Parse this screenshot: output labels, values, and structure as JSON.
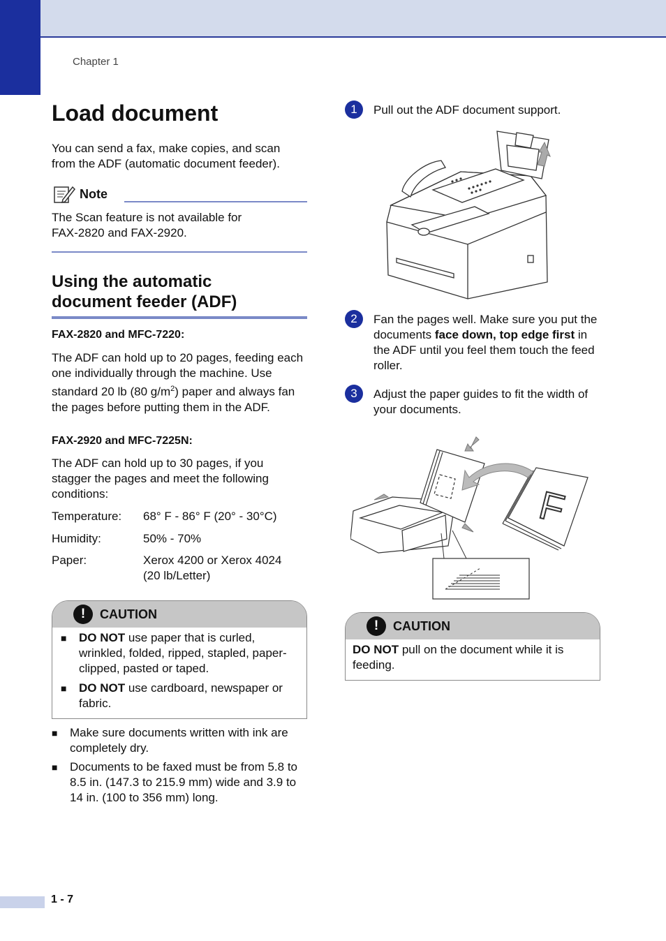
{
  "header": {
    "chapter": "Chapter 1"
  },
  "left": {
    "title": "Load document",
    "intro": "You can send a fax, make copies, and scan from the ADF (automatic document feeder).",
    "note": {
      "label": "Note",
      "text_line1": "The Scan feature is not available for",
      "text_line2": "FAX-2820 and FAX-2920."
    },
    "section_title_line1": "Using the automatic",
    "section_title_line2": "document feeder (ADF)",
    "sub1": "FAX-2820 and MFC-7220:",
    "para1_a": "The ADF can hold up to 20 pages, feeding each one individually through the machine. Use standard 20 lb (80 g/m",
    "para1_sup": "2",
    "para1_b": ") paper and always fan the pages before putting them in the ADF.",
    "sub2": "FAX-2920 and MFC-7225N:",
    "para2": "The ADF can hold up to 30 pages, if you stagger the pages and meet the following conditions:",
    "specs": [
      {
        "k": "Temperature:",
        "v": "68° F - 86° F (20° - 30°C)"
      },
      {
        "k": "Humidity:",
        "v": "50% - 70%"
      },
      {
        "k": "Paper:",
        "v": "Xerox 4200 or Xerox 4024 (20 lb/Letter)"
      }
    ],
    "caution": {
      "label": "CAUTION",
      "items": [
        {
          "bold": "DO NOT",
          "rest": " use paper that is curled, wrinkled, folded, ripped, stapled, paper-clipped, pasted or taped."
        },
        {
          "bold": "DO NOT",
          "rest": " use cardboard, newspaper or fabric."
        }
      ]
    },
    "bullets": [
      "Make sure documents written with ink are completely dry.",
      "Documents to be faxed must be from 5.8 to 8.5 in. (147.3 to 215.9 mm) wide and 3.9 to 14 in. (100 to 356 mm) long."
    ]
  },
  "right": {
    "steps": [
      {
        "num": "1",
        "text": "Pull out the ADF document support."
      },
      {
        "num": "2",
        "text_a": "Fan the pages well. Make sure you put the documents ",
        "bold": "face down, top edge first",
        "text_b": " in the ADF until you feel them touch the feed roller."
      },
      {
        "num": "3",
        "text": "Adjust the paper guides to fit the width of your documents."
      }
    ],
    "illustration_letter": "F",
    "caution": {
      "label": "CAUTION",
      "bold": "DO NOT",
      "rest": " pull on the document while it is feeding."
    }
  },
  "footer": {
    "page": "1 - 7"
  },
  "colors": {
    "brand": "#1b2f9e",
    "rule": "#7a89c7",
    "topbar": "#d3dbec"
  },
  "icons": [
    "note-pencil-icon",
    "exclamation-icon",
    "fax-machine-illustration",
    "paper-guides-illustration"
  ]
}
